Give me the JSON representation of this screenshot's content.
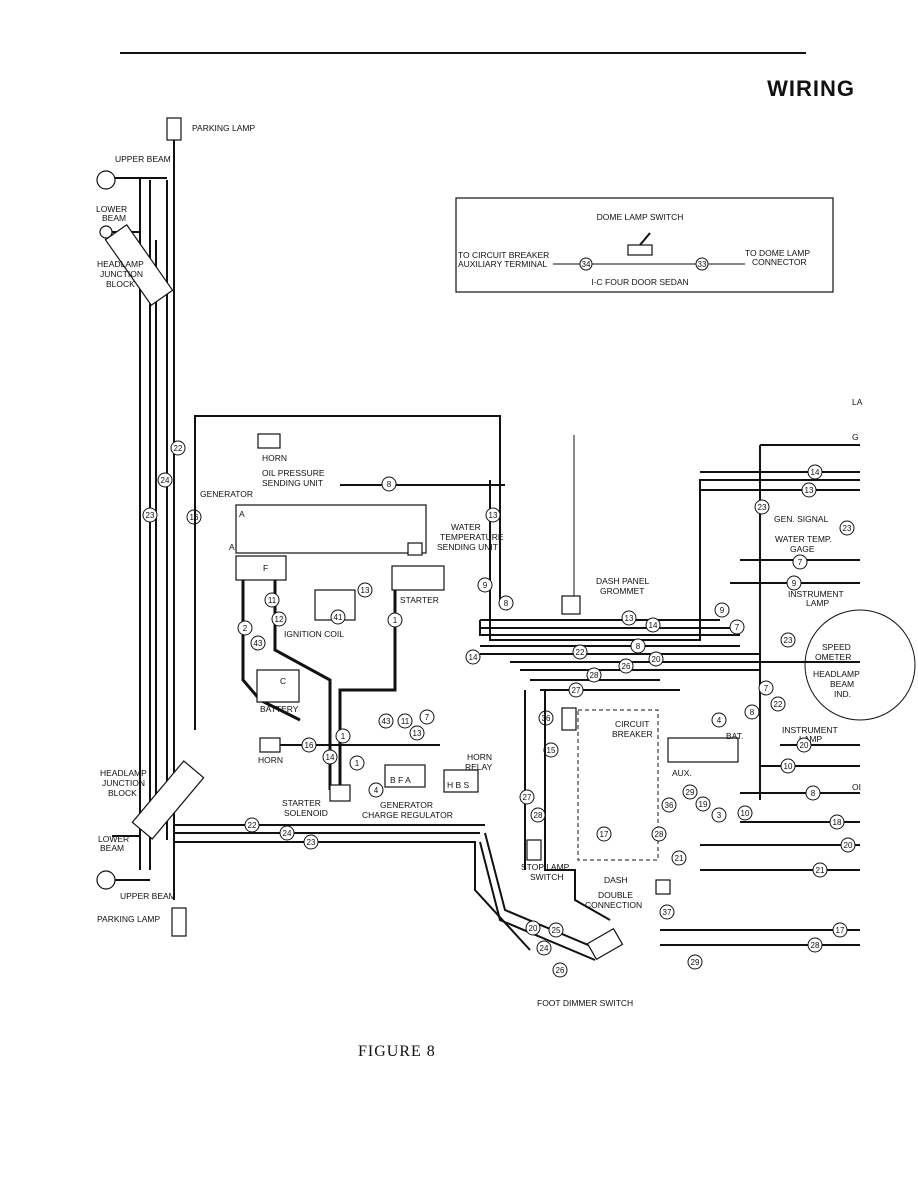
{
  "header": {
    "title": "WIRING"
  },
  "caption": "FIGURE 8",
  "inset": {
    "title": "DOME LAMP SWITCH",
    "left_text_1": "TO CIRCUIT BREAKER",
    "left_text_2": "AUXILIARY TERMINAL",
    "right_text_1": "TO DOME LAMP",
    "right_text_2": "CONNECTOR",
    "footer": "I-C FOUR DOOR SEDAN",
    "wire_left": "34",
    "wire_right": "33"
  },
  "labels": {
    "parking_lamp_top": "PARKING LAMP",
    "upper_beam_top": "UPPER BEAM",
    "lower_beam_top_1": "LOWER",
    "lower_beam_top_2": "BEAM",
    "headlamp_jb_top_1": "HEADLAMP",
    "headlamp_jb_top_2": "JUNCTION",
    "headlamp_jb_top_3": "BLOCK",
    "horn_top": "HORN",
    "oil_pressure_1": "OIL PRESSURE",
    "oil_pressure_2": "SENDING UNIT",
    "generator": "GENERATOR",
    "water_temp_1": "WATER",
    "water_temp_2": "TEMPERATURE",
    "water_temp_3": "SENDING UNIT",
    "starter": "STARTER",
    "ignition_coil": "IGNITION COIL",
    "battery": "BATTERY",
    "horn_bottom": "HORN",
    "starter_solenoid_1": "STARTER",
    "starter_solenoid_2": "SOLENOID",
    "gen_regulator_1": "GENERATOR",
    "gen_regulator_2": "CHARGE REGULATOR",
    "horn_relay_1": "HORN",
    "horn_relay_2": "RELAY",
    "headlamp_jb_bottom_1": "HEADLAMP",
    "headlamp_jb_bottom_2": "JUNCTION",
    "headlamp_jb_bottom_3": "BLOCK",
    "lower_beam_bottom_1": "LOWER",
    "lower_beam_bottom_2": "BEAM",
    "upper_beam_bottom": "UPPER BEAM",
    "parking_lamp_bottom": "PARKING LAMP",
    "dash_grommet_1": "DASH PANEL",
    "dash_grommet_2": "GROMMET",
    "circuit_breaker_1": "CIRCUIT",
    "circuit_breaker_2": "BREAKER",
    "bat": "BAT.",
    "aux": "AUX.",
    "stop_lamp_1": "STOP LAMP",
    "stop_lamp_2": "SWITCH",
    "dash": "DASH",
    "double_conn_1": "DOUBLE",
    "double_conn_2": "CONNECTION",
    "foot_dimmer": "FOOT DIMMER SWITCH",
    "gen_signal": "GEN. SIGNAL",
    "water_gage_1": "WATER TEMP.",
    "water_gage_2": "GAGE",
    "instrument_lamp_top_1": "INSTRUMENT",
    "instrument_lamp_top_2": "LAMP",
    "speedometer_1": "SPEED",
    "speedometer_2": "OMETER",
    "headlamp_beam_ind_1": "HEADLAMP",
    "headlamp_beam_ind_2": "BEAM",
    "headlamp_beam_ind_3": "IND.",
    "instrument_lamp_bottom_1": "INSTRUMENT",
    "instrument_lamp_bottom_2": "LAMP",
    "regulator_terminals": "B F A",
    "relay_terminals": "H B S",
    "gen_terminal_a": "A",
    "gen_terminal_a2": "A",
    "gen_terminal_f": "F",
    "bat_terminals": "C",
    "partial_oil": "OI",
    "partial_gage": "G",
    "partial_la": "LA"
  },
  "wire_numbers": [
    "22",
    "24",
    "23",
    "16",
    "8",
    "13",
    "41",
    "11",
    "12",
    "43",
    "2",
    "1",
    "4",
    "14",
    "7",
    "9",
    "13",
    "14",
    "16",
    "22",
    "24",
    "23",
    "43",
    "11",
    "13",
    "14",
    "1",
    "1",
    "8",
    "13",
    "14",
    "22",
    "26",
    "20",
    "28",
    "27",
    "36",
    "15",
    "27",
    "28",
    "17",
    "36",
    "28",
    "21",
    "37",
    "20",
    "24",
    "26",
    "25",
    "4",
    "19",
    "3",
    "10",
    "29",
    "14",
    "13",
    "23",
    "23",
    "7",
    "9",
    "7",
    "22",
    "8",
    "20",
    "10",
    "8",
    "18",
    "20",
    "21",
    "17",
    "28",
    "21",
    "29",
    "9"
  ],
  "colors": {
    "ink": "#111111",
    "paper": "#ffffff"
  }
}
